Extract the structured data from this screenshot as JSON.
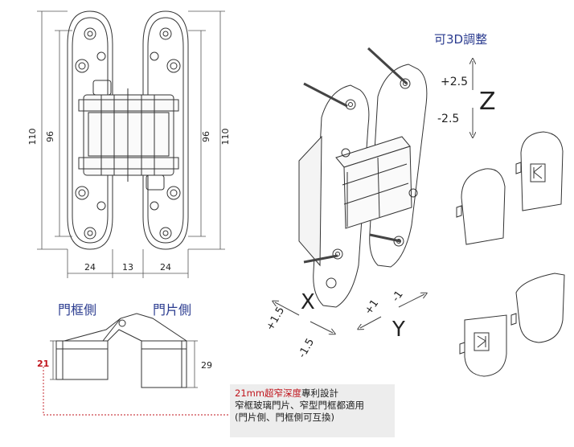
{
  "top_label": "可3D調整",
  "z_axis": {
    "plus": "+2.5",
    "minus": "-2.5",
    "axis": "Z"
  },
  "x_axis": {
    "plus": "+1.5",
    "minus": "-1.5",
    "axis": "X"
  },
  "y_axis": {
    "plus": "+1",
    "minus": "-1",
    "axis": "Y"
  },
  "dimensions": {
    "height_outer": "110",
    "height_inner": "96",
    "width_left": "24",
    "width_middle": "13",
    "width_right": "24",
    "depth_left": "21",
    "depth_right": "29"
  },
  "side_labels": {
    "frame_side": "門框側",
    "door_side": "門片側"
  },
  "note": {
    "highlight": "21mm超窄深度",
    "line1_rest": "專利設計",
    "line2": "窄框玻璃門片、窄型門框都適用",
    "line3": "(門片側、門框側可互換)"
  },
  "colors": {
    "accent_blue": "#2a3b8f",
    "accent_red": "#c0141c",
    "line": "#333333"
  }
}
